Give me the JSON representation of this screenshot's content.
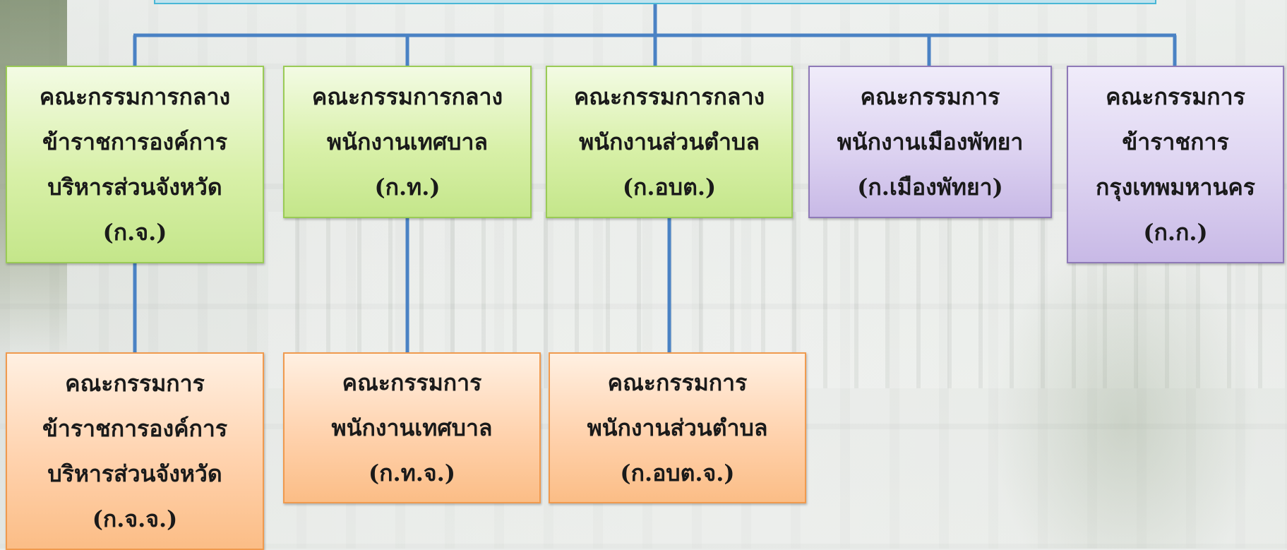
{
  "top_row": [
    {
      "lines": [
        "คณะกรรมการกลาง",
        "ข้าราชการองค์การ",
        "บริหารส่วนจังหวัด",
        "(ก.จ.)"
      ],
      "color": "green"
    },
    {
      "lines": [
        "คณะกรรมการกลาง",
        "พนักงานเทศบาล",
        "(ก.ท.)"
      ],
      "color": "green"
    },
    {
      "lines": [
        "คณะกรรมการกลาง",
        "พนักงานส่วนตำบล",
        "(ก.อบต.)"
      ],
      "color": "green"
    },
    {
      "lines": [
        "คณะกรรมการ",
        "พนักงานเมืองพัทยา",
        "(ก.เมืองพัทยา)"
      ],
      "color": "purple"
    },
    {
      "lines": [
        "คณะกรรมการ",
        "ข้าราชการ",
        "กรุงเทพมหานคร",
        "(ก.ก.)"
      ],
      "color": "purple"
    }
  ],
  "bottom_row": [
    {
      "lines": [
        "คณะกรรมการ",
        "ข้าราชการองค์การ",
        "บริหารส่วนจังหวัด",
        "(ก.จ.จ.)"
      ],
      "color": "orange"
    },
    {
      "lines": [
        "คณะกรรมการ",
        "พนักงานเทศบาล",
        "(ก.ท.จ.)"
      ],
      "color": "orange"
    },
    {
      "lines": [
        "คณะกรรมการ",
        "พนักงานส่วนตำบล",
        "(ก.อบต.จ.)"
      ],
      "color": "orange"
    }
  ],
  "colors": {
    "connector": "#4a82c4",
    "top_bar_fill": "#bfe3ee",
    "top_bar_border": "#49b7d6",
    "green_border": "#9acb56",
    "purple_border": "#8f7ab8",
    "orange_border": "#f09a4e"
  }
}
